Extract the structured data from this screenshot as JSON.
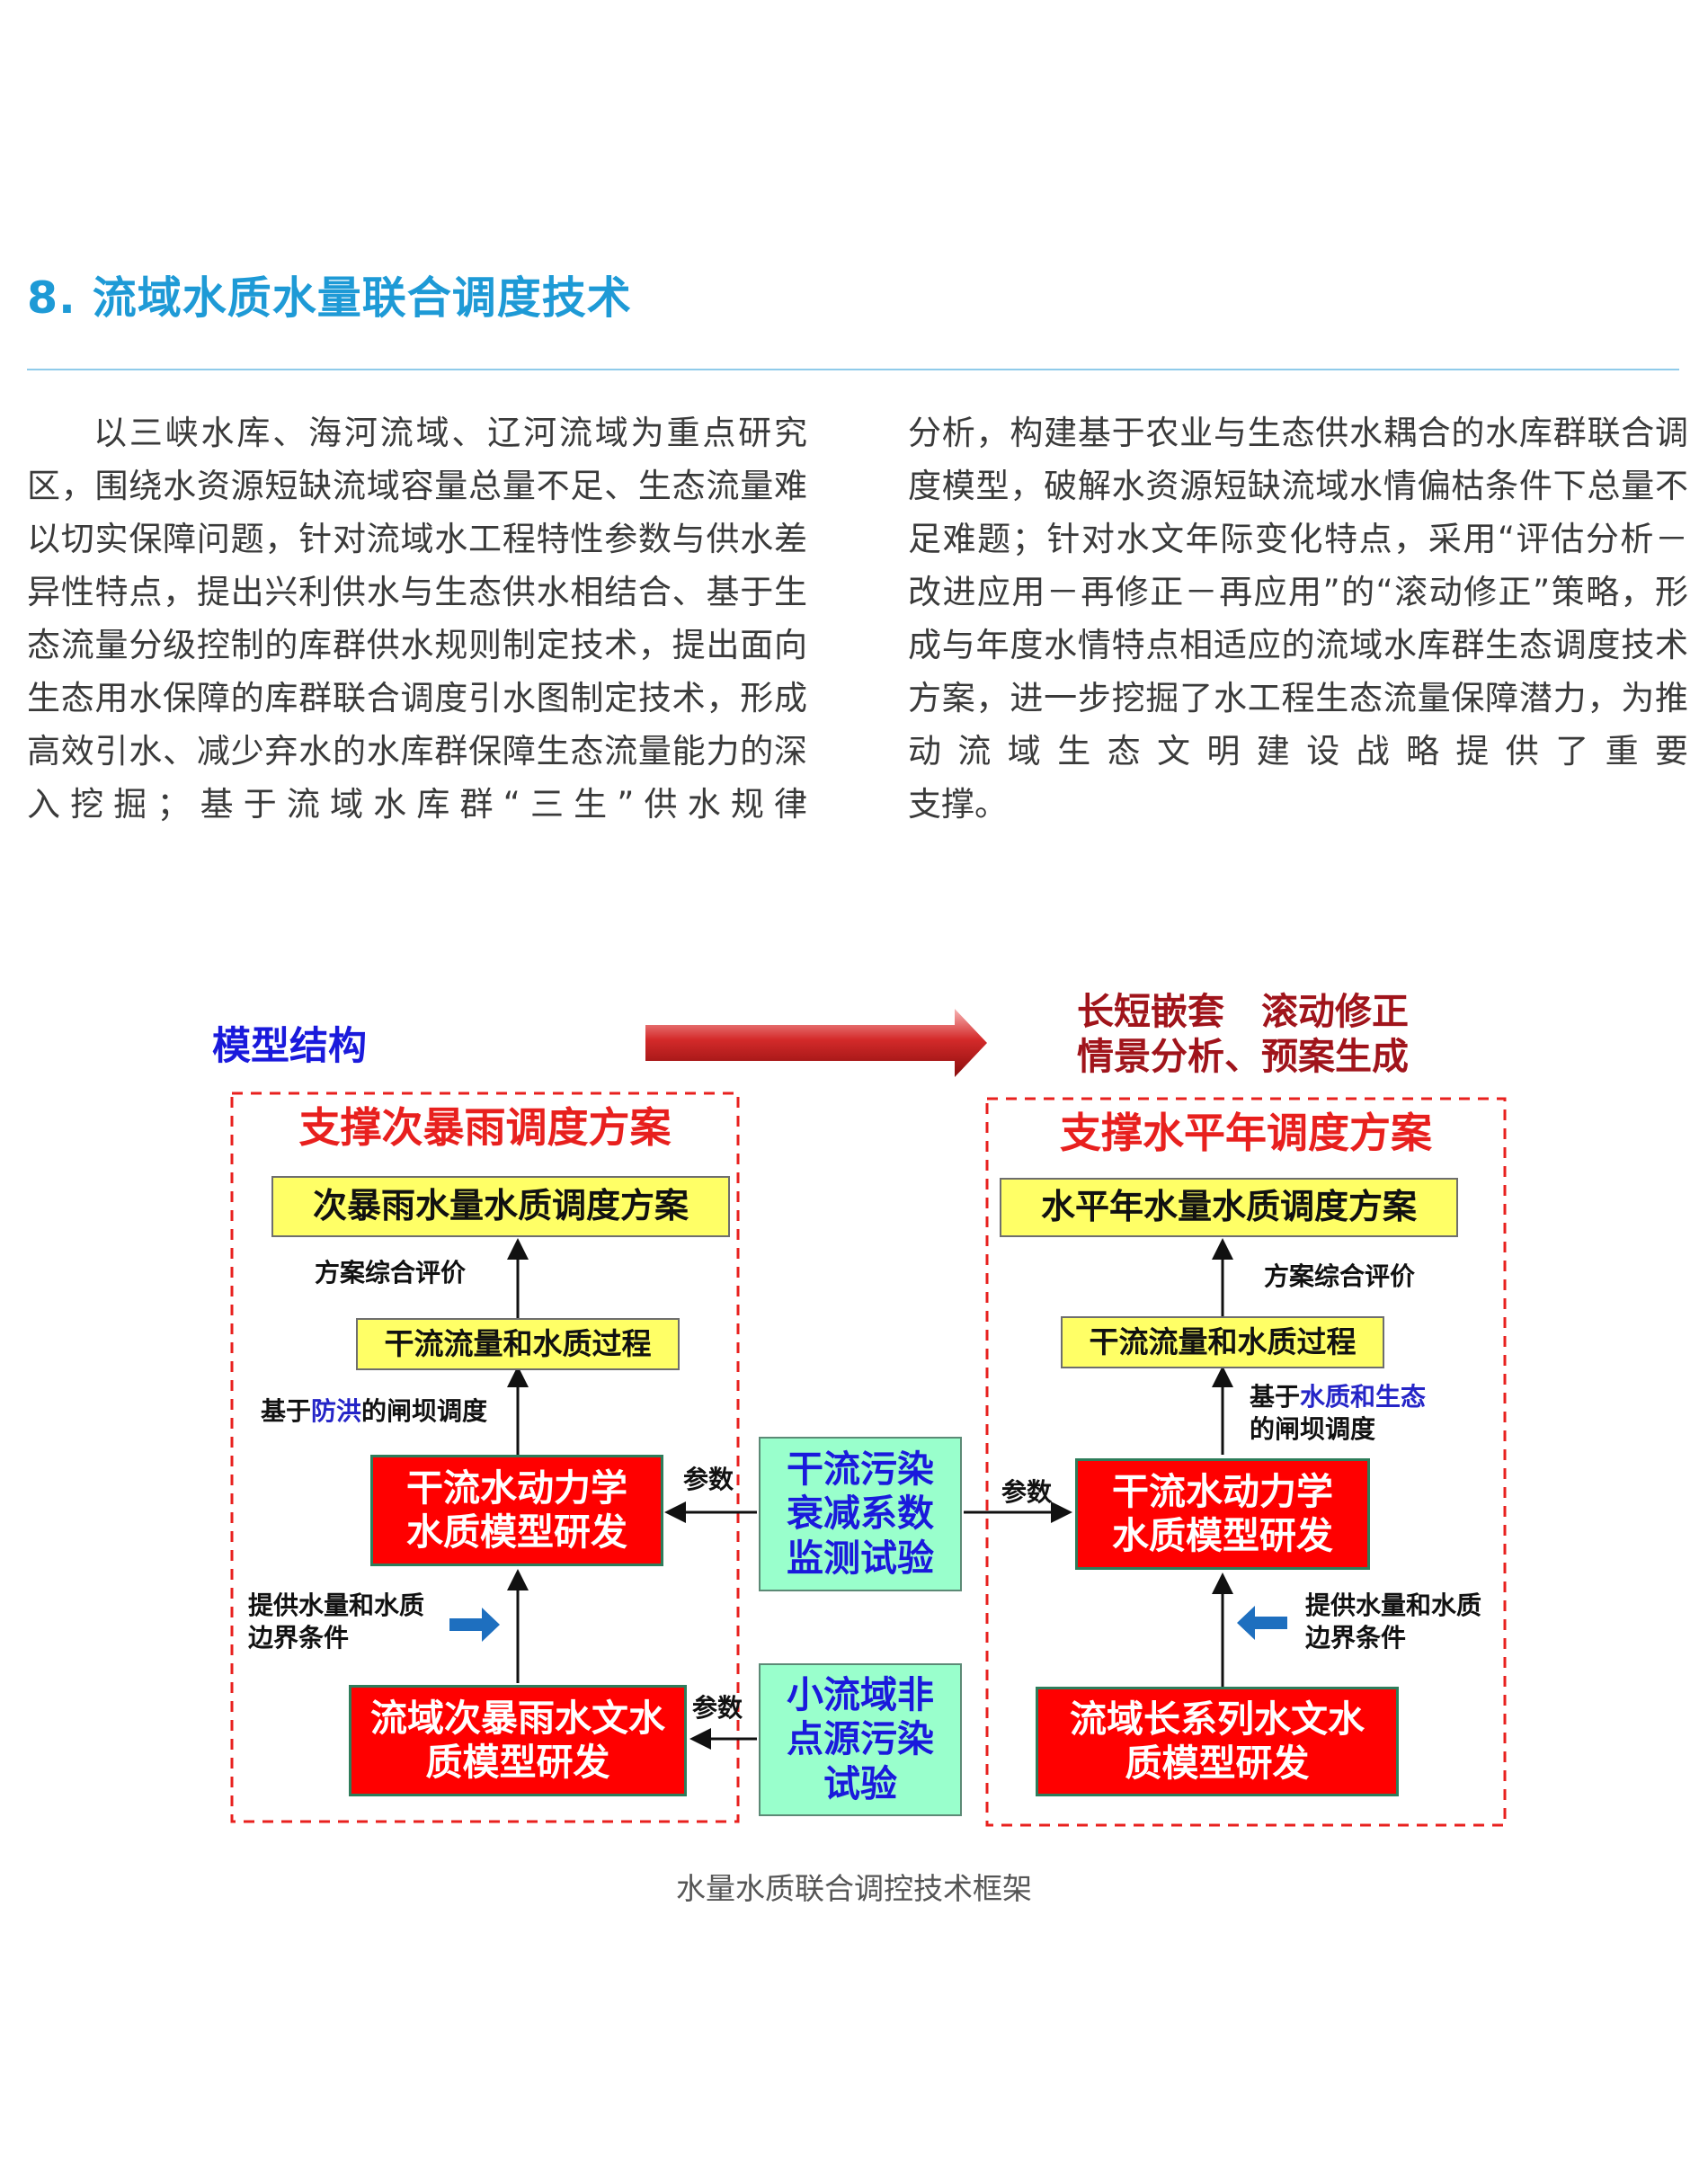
{
  "heading": "8. 流域水质水量联合调度技术",
  "body": {
    "left": "以三峡水库、海河流域、辽河流域为重点研究区，围绕水资源短缺流域容量总量不足、生态流量难以切实保障问题，针对流域水工程特性参数与供水差异性特点，提出兴利供水与生态供水相结合、基于生态流量分级控制的库群供水规则制定技术，提出面向生态用水保障的库群联合调度引水图制定技术，形成高效引水、减少弃水的水库群保障生态流量能力的深入挖掘；基于流域水库群“三生”供水规律",
    "right_main": "分析，构建基于农业与生态供水耦合的水库群联合调度模型，破解水资源短缺流域水情偏枯条件下总量不足难题；针对水文年际变化特点，采用“评估分析－改进应用－再修正－再应用”的“滚动修正”策略，形成与年度水情特点相适应的流域水库群生态调度技术方案，进一步挖掘了水工程生态流量保障潜力，为推动流域生态文明建设战略提供了重要",
    "right_last": "支撑。"
  },
  "diagram": {
    "model_structure": "模型结构",
    "top_right_line1": "长短嵌套　滚动修正",
    "top_right_line2": "情景分析、预案生成",
    "left": {
      "panel_title": "支撑次暴雨调度方案",
      "plan": "次暴雨水量水质调度方案",
      "eval": "方案综合评价",
      "process": "干流流量和水质过程",
      "dispatch_pre": "基于",
      "dispatch_hl": "防洪",
      "dispatch_post": "的闸坝调度",
      "model_l1": "干流水动力学",
      "model_l2": "水质模型研发",
      "boundary_l1": "提供水量和水质",
      "boundary_l2": "边界条件",
      "basin_l1": "流域次暴雨水文水",
      "basin_l2": "质模型研发"
    },
    "right": {
      "panel_title": "支撑水平年调度方案",
      "plan": "水平年水量水质调度方案",
      "eval": "方案综合评价",
      "process": "干流流量和水质过程",
      "dispatch_pre": "基于",
      "dispatch_hl": "水质和生态",
      "dispatch_l2": "的闸坝调度",
      "model_l1": "干流水动力学",
      "model_l2": "水质模型研发",
      "boundary_l1": "提供水量和水质",
      "boundary_l2": "边界条件",
      "basin_l1": "流域长系列水文水",
      "basin_l2": "质模型研发"
    },
    "center": {
      "decay_l1": "干流污染",
      "decay_l2": "衰减系数",
      "decay_l3": "监测试验",
      "nps_l1": "小流域非",
      "nps_l2": "点源污染",
      "nps_l3": "试验",
      "param_left_top": "参数",
      "param_right": "参数",
      "param_left_bottom": "参数"
    }
  },
  "caption": "水量水质联合调控技术框架",
  "colors": {
    "heading": "#1e9ad6",
    "rule": "#8fcbea",
    "panel_border": "#e8201e",
    "red_box": "#ff0000",
    "yellow_box": "#ffff66",
    "green_box": "#99ffcc",
    "blue_text": "#1a1adc",
    "dark_red_text": "#a0141b",
    "blue_arrow": "#1e6fbf"
  }
}
